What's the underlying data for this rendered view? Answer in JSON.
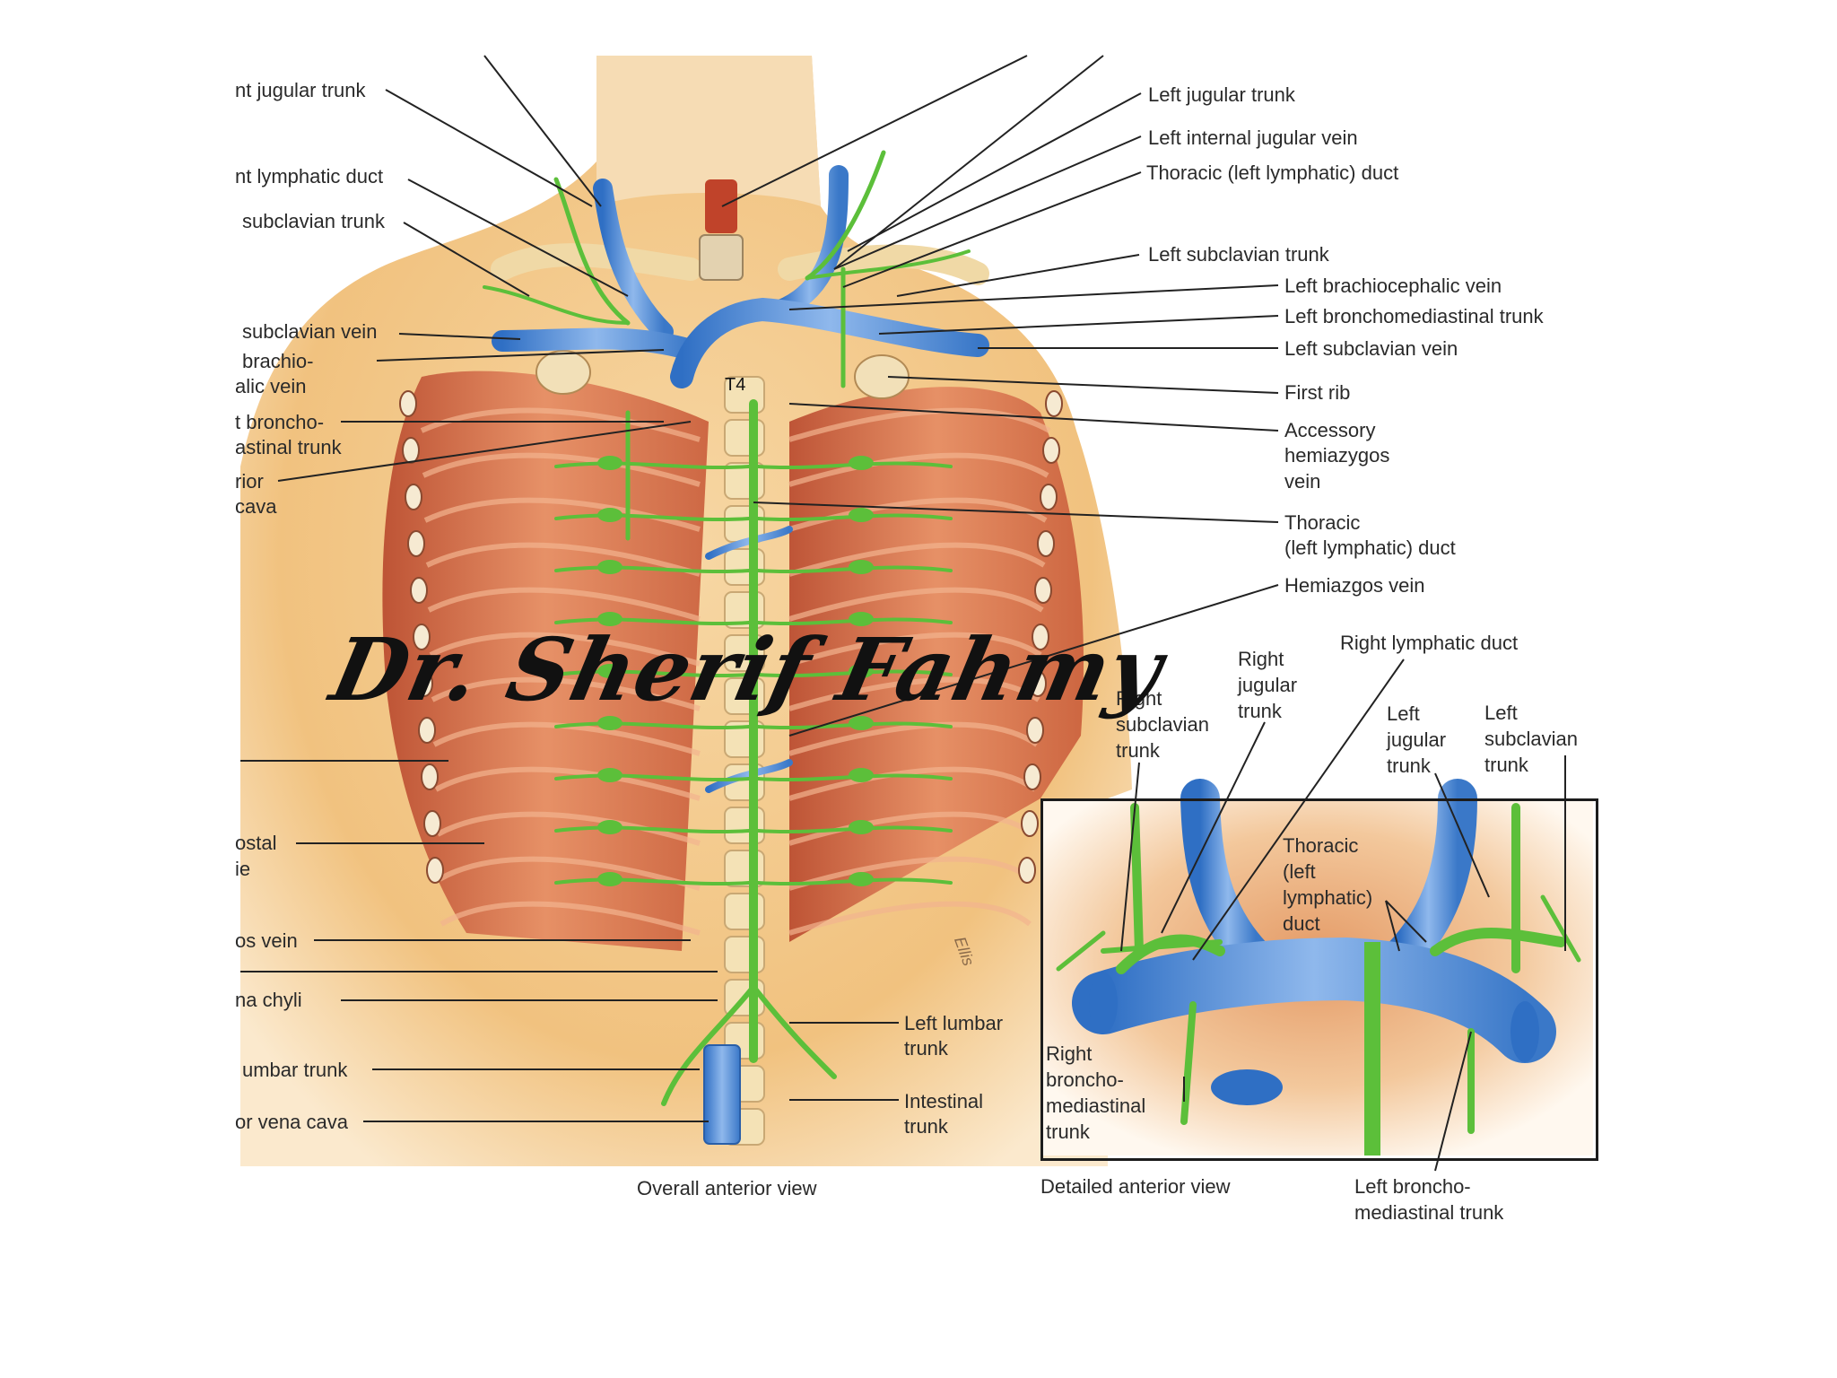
{
  "watermark": "Dr. Sherif Fahmy",
  "colors": {
    "vein": "#4a86d4",
    "lymph": "#5cbf3a",
    "skin": "#f3c88a",
    "muscle": "#d9734e",
    "bone": "#f4e2b6",
    "trachea": "#c0432a",
    "background": "#ffffff"
  },
  "left_labels": [
    "nt jugular trunk",
    "nt lymphatic duct",
    "subclavian trunk",
    "subclavian vein",
    "brachio-",
    "alic vein",
    "t broncho-",
    "astinal trunk",
    "rior",
    "cava",
    "ostal",
    "ie",
    "os vein",
    "na chyli",
    "umbar trunk",
    "or vena cava"
  ],
  "right_labels": {
    "left_jugular_trunk": "Left jugular trunk",
    "left_internal_jugular_vein": "Left internal jugular vein",
    "thoracic_duct_top": "Thoracic (left lymphatic) duct",
    "left_subclavian_trunk": "Left subclavian trunk",
    "left_brachiocephalic_vein": "Left brachiocephalic vein",
    "left_bronchomediastinal_trunk": "Left bronchomediastinal trunk",
    "left_subclavian_vein": "Left subclavian vein",
    "first_rib": "First rib",
    "accessory_hemiazygos_1": "Accessory",
    "accessory_hemiazygos_2": "hemiazygos",
    "accessory_hemiazygos_3": "vein",
    "thoracic_duct_mid_1": "Thoracic",
    "thoracic_duct_mid_2": "(left lymphatic) duct",
    "hemiazygos_vein": "Hemiazgos vein"
  },
  "lower_labels": {
    "left_lumbar_1": "Left lumbar",
    "left_lumbar_2": "trunk",
    "intestinal_1": "Intestinal",
    "intestinal_2": "trunk",
    "vertebra": "T4",
    "artist": "Ellis"
  },
  "inset_labels": {
    "right_lymphatic_duct": "Right lymphatic duct",
    "right_jugular_1": "Right",
    "right_jugular_2": "jugular",
    "right_jugular_3": "trunk",
    "right_subclavian_1": "Right",
    "right_subclavian_2": "subclavian",
    "right_subclavian_3": "trunk",
    "left_jugular_1": "Left",
    "left_jugular_2": "jugular",
    "left_jugular_3": "trunk",
    "left_subclavian_1": "Left",
    "left_subclavian_2": "subclavian",
    "left_subclavian_3": "trunk",
    "thoracic_1": "Thoracic",
    "thoracic_2": "(left",
    "thoracic_3": "lymphatic)",
    "thoracic_4": "duct",
    "right_broncho_1": "Right",
    "right_broncho_2": "broncho-",
    "right_broncho_3": "mediastinal",
    "right_broncho_4": "trunk",
    "left_broncho_1": "Left broncho-",
    "left_broncho_2": "mediastinal trunk"
  },
  "captions": {
    "overall": "Overall anterior view",
    "detailed": "Detailed anterior view"
  }
}
